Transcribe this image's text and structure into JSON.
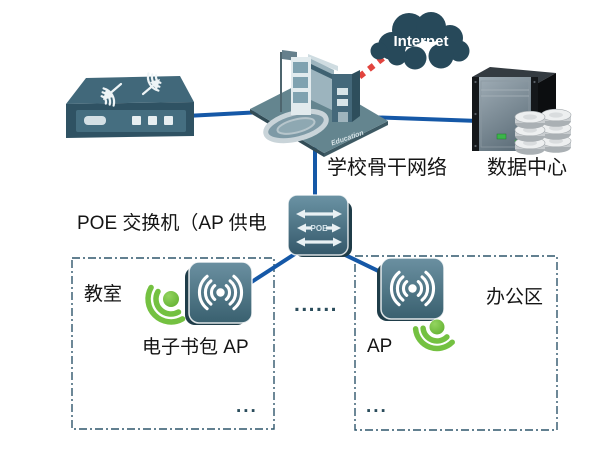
{
  "labels": {
    "internet": "Internet",
    "education": "Education",
    "poe": "POE",
    "backbone": "学校骨干网络",
    "datacenter": "数据中心",
    "poe_switch": "POE 交换机（AP 供电",
    "classroom": "教室",
    "schoolbag_ap": "电子书包 AP",
    "office": "办公区",
    "ap": "AP",
    "dots_middle": "......",
    "dots_left": "...",
    "dots_right": "..."
  },
  "colors": {
    "link_blue": "#1558a7",
    "internet_dashed_red": "#e2443e",
    "device_teal": "#3f6578",
    "wifi_green": "#74c141",
    "cloud_dark": "#27495a",
    "zone_border": "#2f566b"
  }
}
